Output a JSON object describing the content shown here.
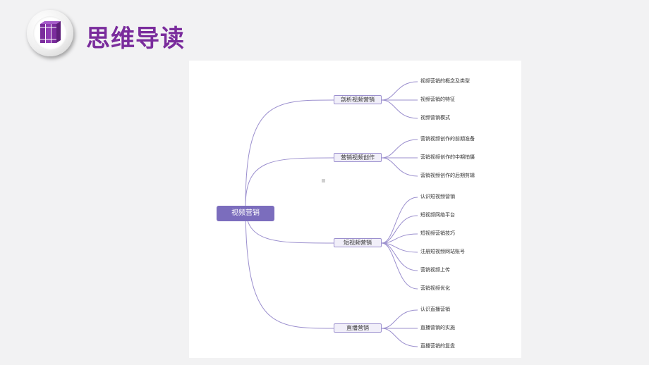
{
  "header": {
    "title": "思维导读",
    "icon": "books-icon",
    "title_color": "#7a2c9c"
  },
  "mindmap": {
    "root": "视频营销",
    "line_color": "#9b8fce",
    "branches": [
      {
        "label": "剖析视频营销",
        "children": [
          "视频营销的概念及类型",
          "视频营销的特征",
          "视频营销模式"
        ]
      },
      {
        "label": "营销视频创作",
        "children": [
          "营销视频创作的前期准备",
          "营销视频创作的中期拍摄",
          "营销视频创作的后期剪辑"
        ]
      },
      {
        "label": "短视频营销",
        "children": [
          "认识短视频营销",
          "短视频网络平台",
          "短视频营销技巧",
          "注册短视频网站账号",
          "营销视频上传",
          "营销视频优化"
        ]
      },
      {
        "label": "直播营销",
        "children": [
          "认识直播营销",
          "直播营销的实施",
          "直播营销的复盘"
        ]
      }
    ]
  }
}
